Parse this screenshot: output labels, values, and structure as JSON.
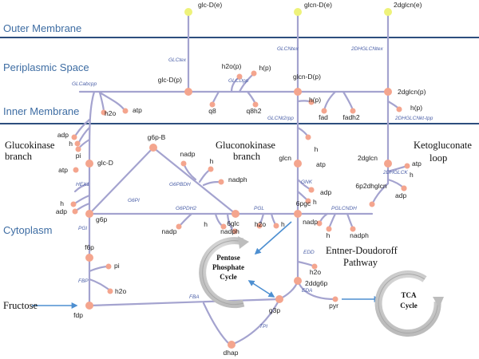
{
  "regions": {
    "outer_membrane": "Outer Membrane",
    "periplasmic_space": "Periplasmic Space",
    "inner_membrane": "Inner Membrane",
    "cytoplasm": "Cytoplasm"
  },
  "pathways": {
    "glucokinase_1": "Glucokinase",
    "glucokinase_2": "branch",
    "gluconokinase_1": "Gluconokinase",
    "gluconokinase_2": "branch",
    "ketogluconate_1": "Ketogluconate",
    "ketogluconate_2": "loop",
    "ed_1": "Entner-Doudoroff",
    "ed_2": "Pathway",
    "fructose": "Fructose",
    "ppp_1": "Pentose",
    "ppp_2": "Phosphate",
    "ppp_3": "Cycle",
    "tca_1": "TCA",
    "tca_2": "Cycle"
  },
  "colors": {
    "membrane": "#2d4e7e",
    "pathway_line": "#a4a3cf",
    "metabolite_node": "#f4a58e",
    "external_node": "#eef27a",
    "arrow": "#4d8fd1",
    "region_text": "#3e6da3",
    "enzyme_text": "#4c60a8"
  },
  "metabolites": [
    {
      "key": "glcDe",
      "label": "glc-D(e)"
    },
    {
      "key": "glcnDe",
      "label": "glcn-D(e)"
    },
    {
      "key": "dglcne",
      "label": "2dglcn(e)"
    },
    {
      "key": "h2op",
      "label": "h2o(p)"
    },
    {
      "key": "hp1",
      "label": "h(p)"
    },
    {
      "key": "glcDp",
      "label": "glc-D(p)"
    },
    {
      "key": "q8",
      "label": "q8"
    },
    {
      "key": "q8h2",
      "label": "q8h2"
    },
    {
      "key": "glcnDp",
      "label": "glcn-D(p)"
    },
    {
      "key": "hp2",
      "label": "h(p)"
    },
    {
      "key": "fad",
      "label": "fad"
    },
    {
      "key": "fadh2",
      "label": "fadh2"
    },
    {
      "key": "dglcnp",
      "label": "2dglcn(p)"
    },
    {
      "key": "hp3",
      "label": "h(p)"
    },
    {
      "key": "h2o1",
      "label": "h2o"
    },
    {
      "key": "atp1",
      "label": "atp"
    },
    {
      "key": "adp1",
      "label": "adp"
    },
    {
      "key": "h1",
      "label": "h"
    },
    {
      "key": "pi1",
      "label": "pi"
    },
    {
      "key": "atp2",
      "label": "atp"
    },
    {
      "key": "glcD",
      "label": "glc-D"
    },
    {
      "key": "h2",
      "label": "h"
    },
    {
      "key": "adp2",
      "label": "adp"
    },
    {
      "key": "g6p",
      "label": "g6p"
    },
    {
      "key": "g6pB",
      "label": "g6p-B"
    },
    {
      "key": "nadp1",
      "label": "nadp"
    },
    {
      "key": "h3",
      "label": "h"
    },
    {
      "key": "nadph1",
      "label": "nadph"
    },
    {
      "key": "glcn",
      "label": "glcn"
    },
    {
      "key": "h4",
      "label": "h"
    },
    {
      "key": "atp3",
      "label": "atp"
    },
    {
      "key": "adp3",
      "label": "adp"
    },
    {
      "key": "h5",
      "label": "h"
    },
    {
      "key": "dglcn",
      "label": "2dglcn"
    },
    {
      "key": "atp4",
      "label": "atp"
    },
    {
      "key": "h6",
      "label": "h"
    },
    {
      "key": "p6p2",
      "label": "6p2dhglcn"
    },
    {
      "key": "adp4",
      "label": "adp"
    },
    {
      "key": "nadp2",
      "label": "nadp"
    },
    {
      "key": "h7",
      "label": "h"
    },
    {
      "key": "glc6",
      "label": "6glc"
    },
    {
      "key": "nadph2",
      "label": "nadph"
    },
    {
      "key": "h2o2",
      "label": "h2o"
    },
    {
      "key": "h8",
      "label": "h"
    },
    {
      "key": "pgc6",
      "label": "6pgc"
    },
    {
      "key": "nadp3",
      "label": "nadp"
    },
    {
      "key": "h9",
      "label": "h"
    },
    {
      "key": "nadph3",
      "label": "nadph"
    },
    {
      "key": "f6p",
      "label": "f6p"
    },
    {
      "key": "pi2",
      "label": "pi"
    },
    {
      "key": "h2o3",
      "label": "h2o"
    },
    {
      "key": "fdp",
      "label": "fdp"
    },
    {
      "key": "h2o4",
      "label": "h2o"
    },
    {
      "key": "ddg6p",
      "label": "2ddg6p"
    },
    {
      "key": "g3p",
      "label": "g3p"
    },
    {
      "key": "pyr",
      "label": "pyr"
    },
    {
      "key": "dhap",
      "label": "dhap"
    }
  ],
  "enzymes": {
    "GLCtex": "GLCtex",
    "GLCNtex": "GLCNtex",
    "DHGLCNtex": "2DHGLCNtex",
    "GLCabcpp": "GLCabcpp",
    "GLCDpp": "GLCDpp",
    "GLCNt2rpp": "GLCNt2rpp",
    "DHGLCNkt": "2DHGLCNkt-tpp",
    "HEX1": "HEX1",
    "G6PDH": "G6PBDH",
    "G6PI": "G6PI",
    "GNK": "GNK",
    "DHGLCK": "2DHGLCK",
    "PGI": "PGI",
    "G6PDH2": "G6PDH2",
    "PGL": "PGL",
    "PGLCNDH": "PGLCNDH",
    "FBP": "FBP",
    "EDD": "EDD",
    "EDA": "EDA",
    "FBA": "FBA",
    "TPI": "TPI"
  }
}
